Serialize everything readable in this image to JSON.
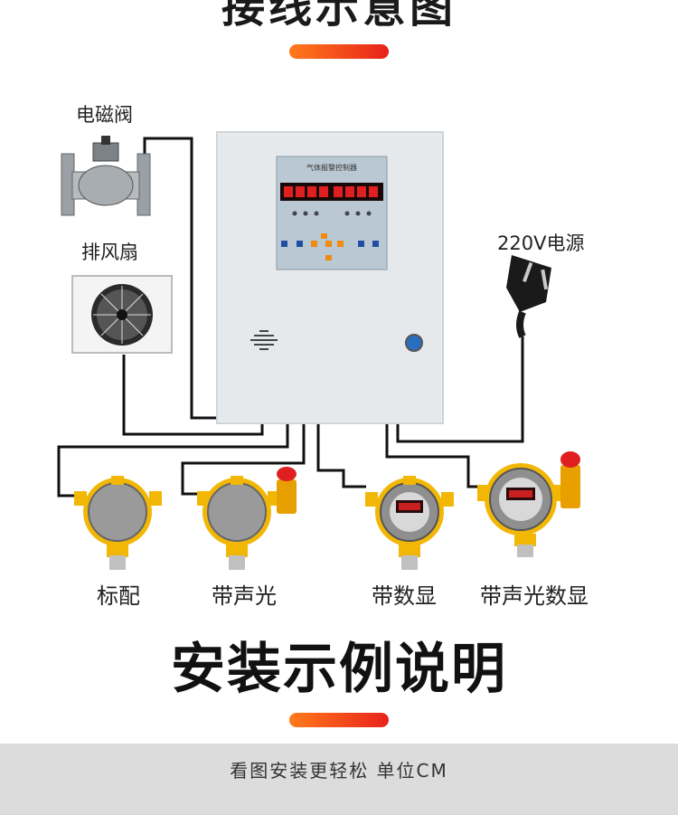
{
  "header": {
    "title": "接线示意图"
  },
  "components": {
    "solenoid_valve_label": "电磁阀",
    "exhaust_fan_label": "排风扇",
    "power_label": "220V电源",
    "controller_panel_title": "气体报警控制器"
  },
  "detectors": [
    {
      "label": "标配"
    },
    {
      "label": "带声光"
    },
    {
      "label": "带数显"
    },
    {
      "label": "带声光数显"
    }
  ],
  "section": {
    "title": "安装示例说明"
  },
  "footer": {
    "text": "看图安装更轻松 单位CM"
  },
  "colors": {
    "accent_start": "#ff7a1a",
    "accent_end": "#e8231b",
    "detector_yellow": "#f2b705"
  }
}
